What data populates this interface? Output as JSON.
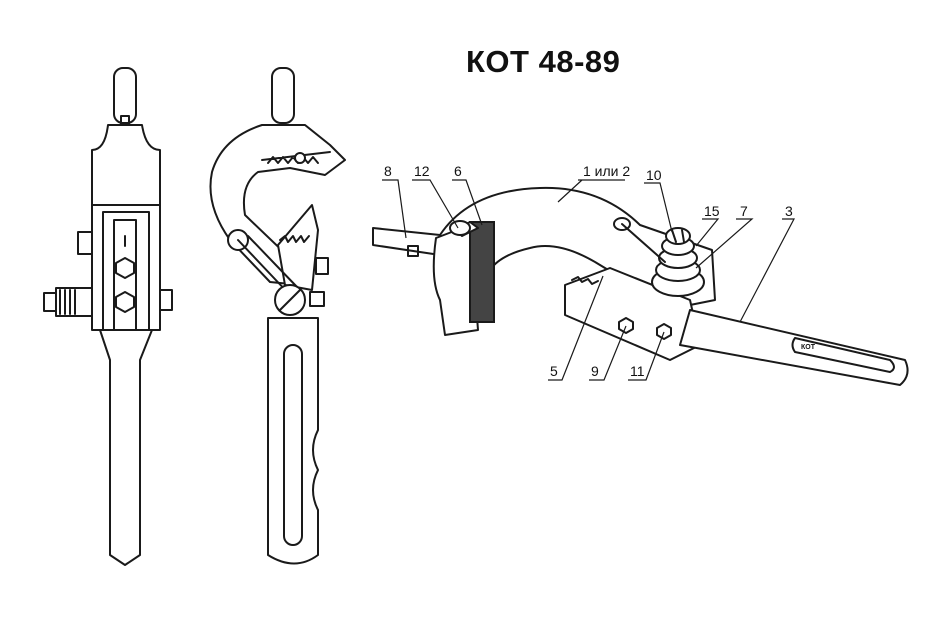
{
  "title": "КОТ 48-89",
  "handle_marking": "КОТ",
  "callouts": [
    {
      "id": "8",
      "label": "8"
    },
    {
      "id": "12",
      "label": "12"
    },
    {
      "id": "6",
      "label": "6"
    },
    {
      "id": "1or2",
      "label": "1 или 2"
    },
    {
      "id": "10",
      "label": "10"
    },
    {
      "id": "15",
      "label": "15"
    },
    {
      "id": "7",
      "label": "7"
    },
    {
      "id": "3",
      "label": "3"
    },
    {
      "id": "5",
      "label": "5"
    },
    {
      "id": "9",
      "label": "9"
    },
    {
      "id": "11",
      "label": "11"
    }
  ]
}
